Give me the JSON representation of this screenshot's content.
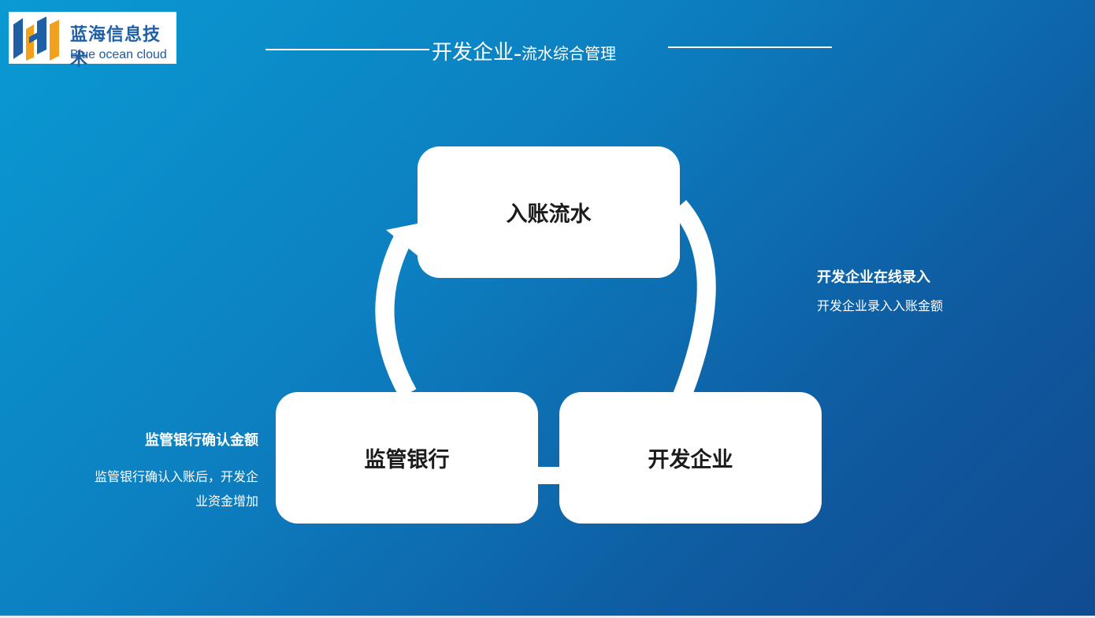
{
  "logo": {
    "name_cn": "蓝海信息技术",
    "name_en": "Blue ocean cloud",
    "colors": {
      "blue": "#1f5fa7",
      "orange": "#f2a11d"
    }
  },
  "header": {
    "title_main": "开发企业",
    "title_dash": "–",
    "title_sub": "流水综合管理"
  },
  "cycle": {
    "nodes": {
      "top": "入账流水",
      "left": "监管银行",
      "right": "开发企业"
    }
  },
  "notes": {
    "right": {
      "title": "开发企业在线录入",
      "desc": "开发企业录入入账金额"
    },
    "left": {
      "title": "监管银行确认金额",
      "desc_line1": "监管银行确认入账后，开发企",
      "desc_line2": "业资金增加"
    }
  },
  "colors": {
    "background_start": "#0a9ad3",
    "background_end": "#104b91",
    "box": "#ffffff",
    "text_dark": "#1b1b1b"
  }
}
